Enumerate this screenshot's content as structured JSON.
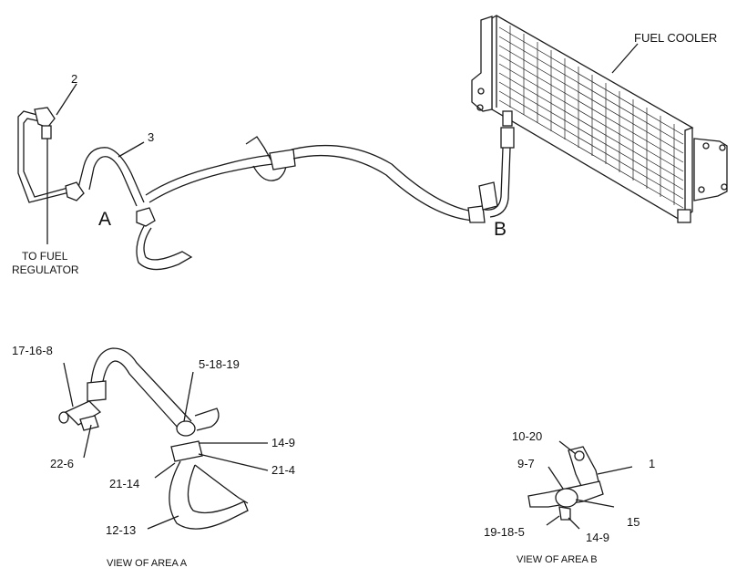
{
  "labels": {
    "fuel_cooler": "FUEL COOLER",
    "to_fuel": "TO FUEL",
    "regulator": "REGULATOR",
    "area_a": "A",
    "area_b": "B",
    "callout_2": "2",
    "callout_3": "3",
    "callout_17_16_8": "17-16-8",
    "callout_5_18_19": "5-18-19",
    "callout_14_9_a": "14-9",
    "callout_21_4": "21-4",
    "callout_21_14": "21-14",
    "callout_22_6": "22-6",
    "callout_12_13": "12-13",
    "callout_10_20": "10-20",
    "callout_9_7": "9-7",
    "callout_1": "1",
    "callout_15": "15",
    "callout_19_18_5": "19-18-5",
    "callout_14_9_b": "14-9"
  },
  "titles": {
    "view_a": "VIEW OF AREA  A",
    "view_b": "VIEW OF AREA  B"
  },
  "colors": {
    "line": "#1a1a1a",
    "background": "#ffffff"
  }
}
